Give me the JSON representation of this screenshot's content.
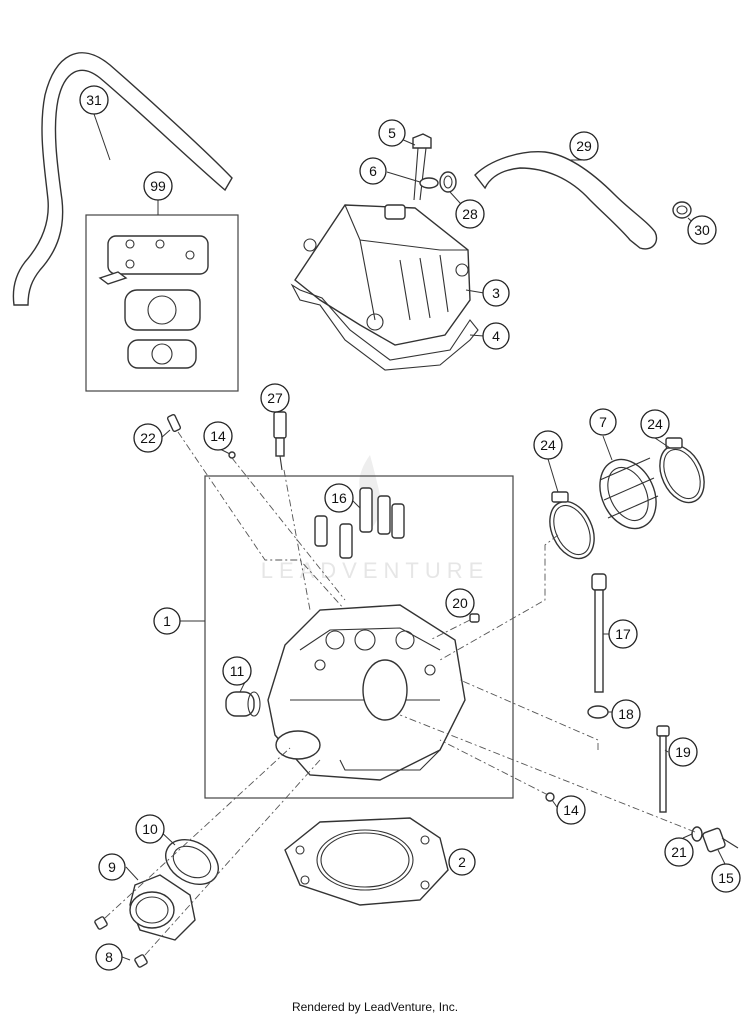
{
  "footer_text": "Rendered by LeadVenture, Inc.",
  "watermark_text": "LEADVENTURE",
  "callouts": {
    "c1": "1",
    "c2": "2",
    "c3": "3",
    "c4": "4",
    "c5": "5",
    "c6": "6",
    "c7": "7",
    "c8": "8",
    "c9": "9",
    "c10": "10",
    "c11": "11",
    "c14a": "14",
    "c14b": "14",
    "c15": "15",
    "c16": "16",
    "c17": "17",
    "c18": "18",
    "c19": "19",
    "c20": "20",
    "c21": "21",
    "c22": "22",
    "c24a": "24",
    "c24b": "24",
    "c27": "27",
    "c28": "28",
    "c29": "29",
    "c30": "30",
    "c31": "31",
    "c99": "99"
  }
}
